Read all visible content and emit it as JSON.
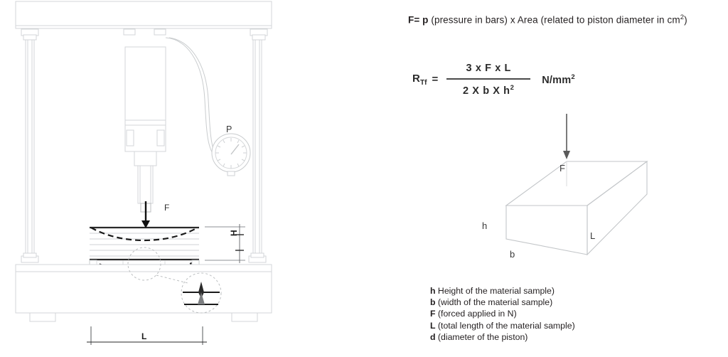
{
  "document": {
    "title": "Flexural Strength Test Diagram"
  },
  "force_definition": {
    "bold_prefix": "F= p",
    "rest": " (pressure in bars) x Area (related to piston diameter in cm",
    "superscript": "2",
    "tail": ")"
  },
  "formula": {
    "symbol": "R",
    "symbol_subscript": "Tf",
    "equals": "=",
    "numerator": "3 x F x L",
    "denominator_main": "2 X b X h",
    "denominator_superscript": "2",
    "units_main": "N/mm",
    "units_superscript": "2"
  },
  "beam_diagram": {
    "force_label": "F",
    "height_label": "h",
    "width_label": "b",
    "length_label": "L"
  },
  "press_diagram": {
    "pressure_gauge_label": "P",
    "force_label": "F",
    "span_label": "L",
    "height_label": "H"
  },
  "legend": {
    "items": [
      {
        "symbol": "h",
        "text": " Height of the material sample)"
      },
      {
        "symbol": "b",
        "text": " (width of the material sample)"
      },
      {
        "symbol": "F",
        "text": " (forced applied in N)"
      },
      {
        "symbol": "L",
        "text": " (total length of the material sample)"
      },
      {
        "symbol": "d",
        "text": " (diameter of the piston)"
      }
    ]
  },
  "colors": {
    "line_light": "#d6d8da",
    "line_mid": "#b9bcbf",
    "line_dark": "#1a1a1a",
    "text": "#231f20",
    "arrow": "#4a4a4a"
  }
}
